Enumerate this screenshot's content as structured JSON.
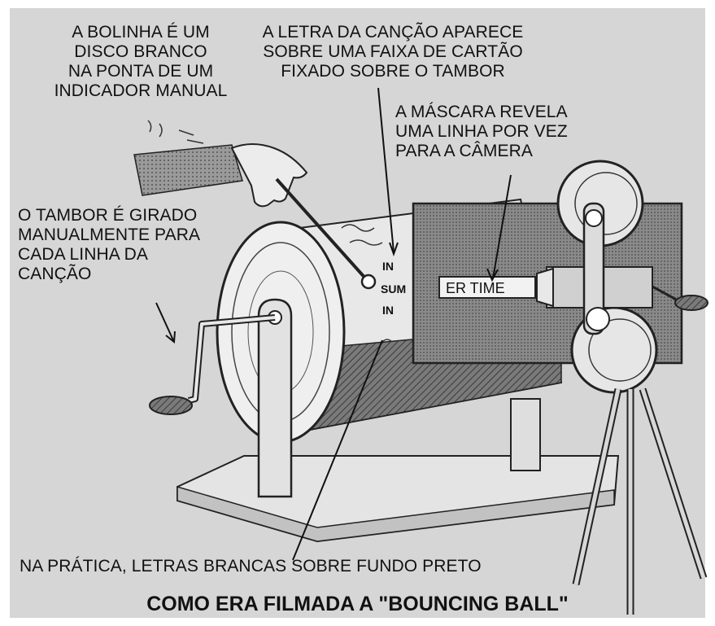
{
  "labels": {
    "bolinha": "A BOLINHA É UM\nDISCO BRANCO\nNA PONTA DE UM\nINDICADOR MANUAL",
    "letra": "A LETRA DA CANÇÃO APARECE\nSOBRE UMA FAIXA DE CARTÃO\nFIXADO SOBRE O TAMBOR",
    "mascara": "A MÁSCARA REVELA\nUMA LINHA POR VEZ\nPARA A CÂMERA",
    "tambor": "O TAMBOR É GIRADO\nMANUALMENTE PARA\nCADA LINHA DA\nCANÇÃO",
    "pratica": "NA PRÁTICA, LETRAS BRANCAS SOBRE FUNDO PRETO"
  },
  "title": "COMO ERA FILMADA A \"BOUNCING BALL\"",
  "drum_lyrics": [
    "IN",
    "SUM",
    "IN"
  ],
  "mask_text": "ER TIME"
}
